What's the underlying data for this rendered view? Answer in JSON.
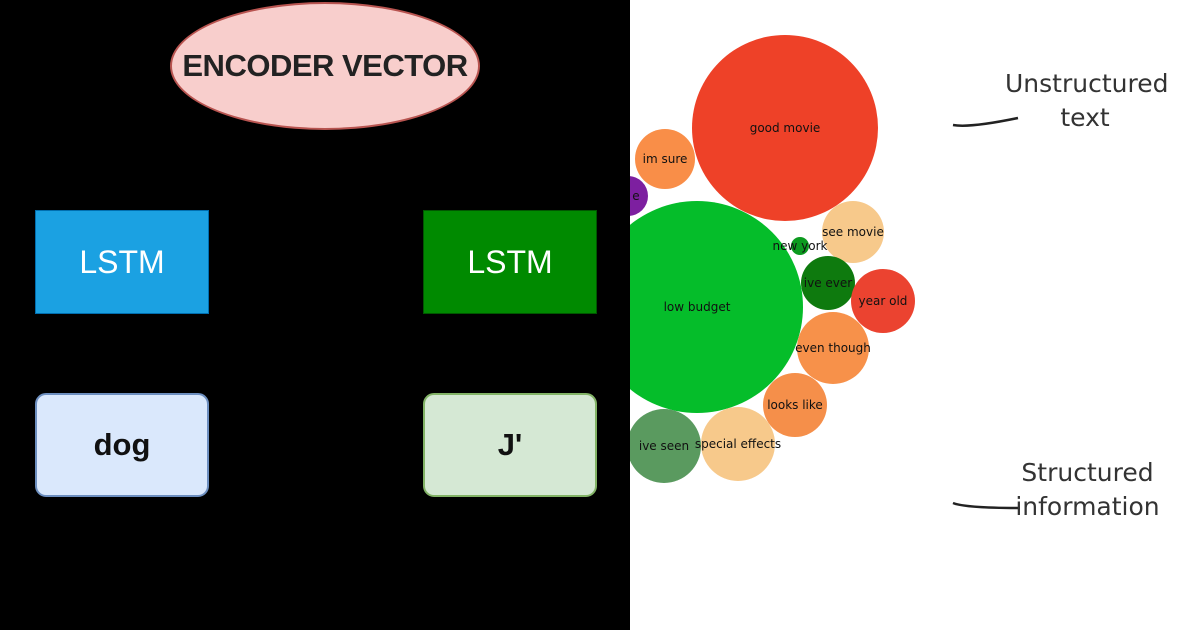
{
  "left_diagram": {
    "encoder_label": "ENCODER VECTOR",
    "lstm_left_label": "LSTM",
    "lstm_right_label": "LSTM",
    "token_left_label": "dog",
    "token_right_label": "J'",
    "colors": {
      "background": "#000000",
      "encoder_fill": "#f8cecc",
      "lstm_left_fill": "#1ba1e2",
      "lstm_right_fill": "#008a00",
      "token_left_fill": "#dae8fc",
      "token_right_fill": "#d5e8d4"
    }
  },
  "bubble_chart": {
    "bubbles": [
      {
        "label": "good movie",
        "color": "#ee4128"
      },
      {
        "label": "im sure",
        "color": "#f98e48"
      },
      {
        "label": "e",
        "color": "#7d1fa0"
      },
      {
        "label": "low budget",
        "color": "#05bd2a"
      },
      {
        "label": "new york",
        "color": "#0c9a1f"
      },
      {
        "label": "see movie",
        "color": "#f7c98b"
      },
      {
        "label": "ive ever",
        "color": "#0e7a0e"
      },
      {
        "label": "year old",
        "color": "#eb4330"
      },
      {
        "label": "even though",
        "color": "#f7914a"
      },
      {
        "label": "looks like",
        "color": "#f58f4a"
      },
      {
        "label": "ive seen",
        "color": "#5a9a5f"
      },
      {
        "label": "special effects",
        "color": "#f7c98b"
      }
    ]
  },
  "annotations": {
    "unstructured_line1": "Unstructured",
    "unstructured_line2": "text",
    "structured_line1": "Structured",
    "structured_line2": "information"
  }
}
